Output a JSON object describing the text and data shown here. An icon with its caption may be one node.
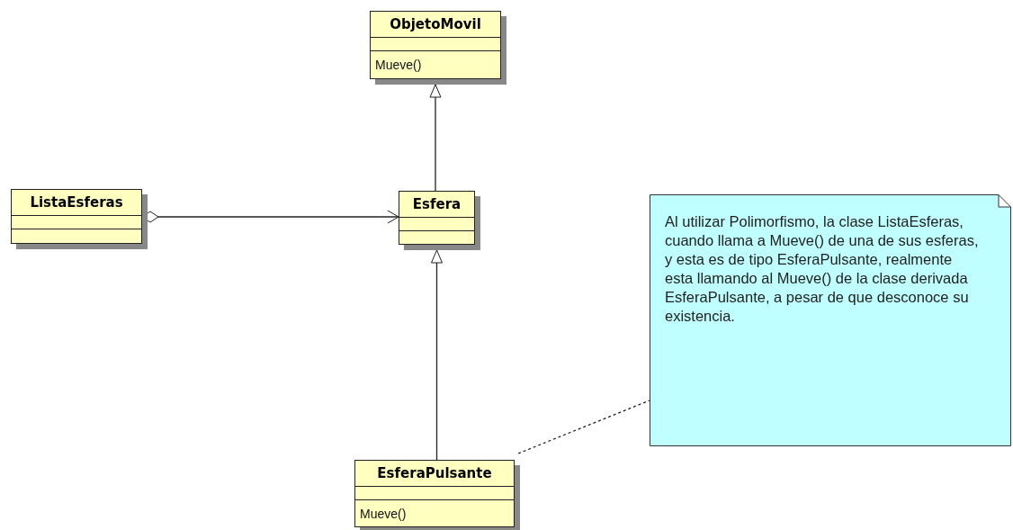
{
  "diagram": {
    "nodes": [
      {
        "text": [
          "ObjetoMovil",
          "Mueve()"
        ]
      },
      {
        "text": [
          "ListaEsferas"
        ]
      },
      {
        "text": [
          "Esfera"
        ]
      },
      {
        "text": [
          "EsferaPulsante",
          "Mueve()"
        ]
      },
      {
        "text": [
          "Al utilizar Polimorfismo, la clase ListaEsferas, cuando llama a Mueve() de una de sus esferas, y esta es de tipo EsferaPulsante, realmente esta llamando al Mueve() de la clase derivada EsferaPulsante, a pesar de que desconoce su existencia."
        ]
      }
    ],
    "edges": [
      {
        "from": 2,
        "to": 0,
        "arrow": "to"
      },
      {
        "from": 3,
        "to": 2,
        "arrow": "to"
      },
      {
        "from": 1,
        "to": 2,
        "arrow": "to"
      },
      {
        "from": 3,
        "to": 4,
        "arrow": "none",
        "style": "dashed"
      }
    ]
  }
}
